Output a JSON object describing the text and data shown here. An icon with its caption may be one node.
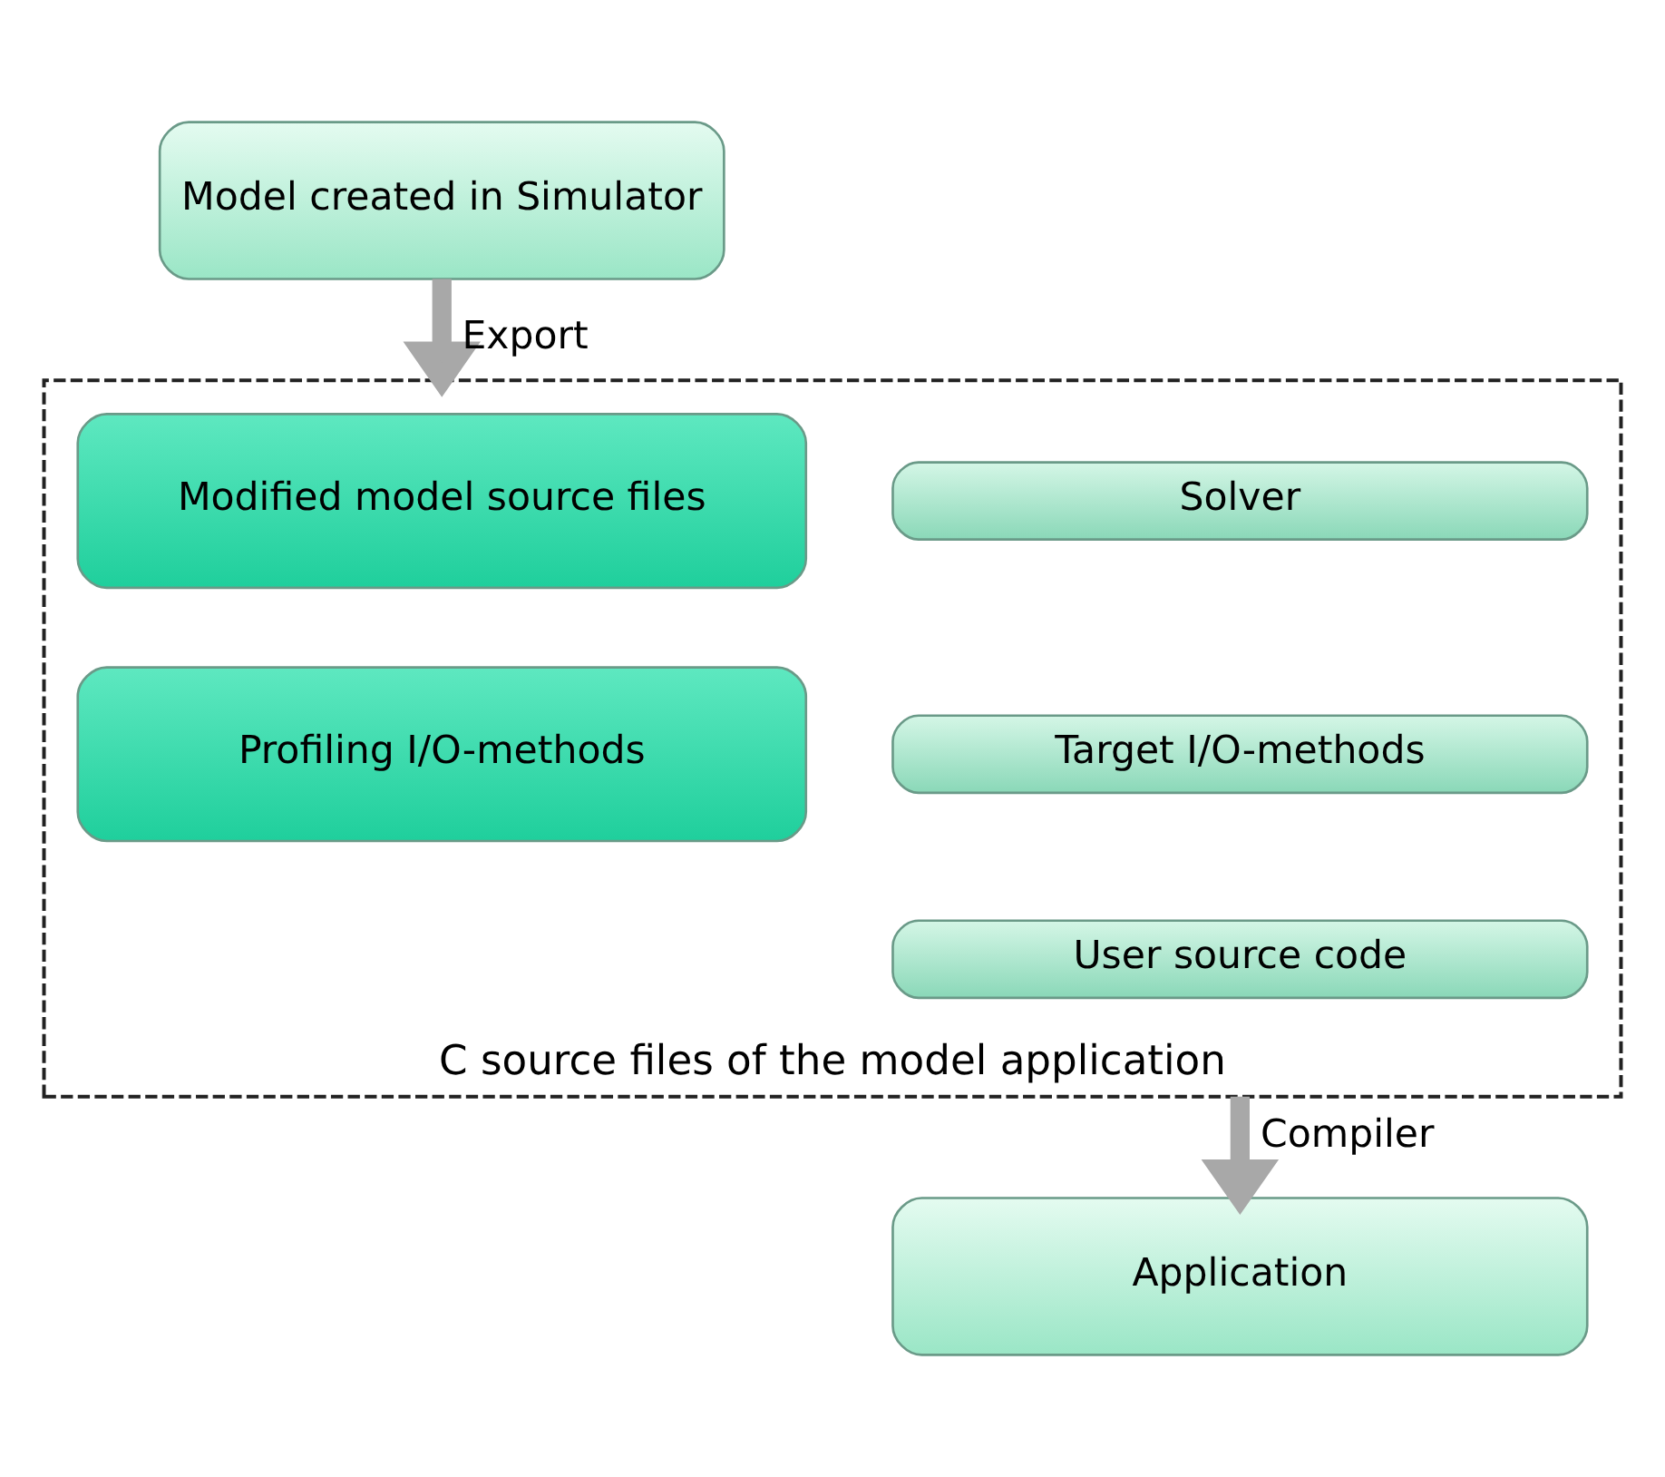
{
  "diagram": {
    "nodes": [
      {
        "text": [
          "Model created in Simulator"
        ]
      },
      {
        "text": [
          "C source files of the model application"
        ]
      },
      {
        "text": [
          "Modified model source files"
        ],
        "in": 1
      },
      {
        "text": [
          "Solver"
        ],
        "in": 1
      },
      {
        "text": [
          "Target I/O-methods"
        ],
        "in": 1
      },
      {
        "text": [
          "Profiling I/O-methods"
        ],
        "in": 1
      },
      {
        "text": [
          "User source code"
        ],
        "in": 1
      },
      {
        "text": [
          "Application"
        ]
      }
    ],
    "edges": [
      {
        "from": 0,
        "to": 1,
        "arrow": "to",
        "label": "Export"
      },
      {
        "from": 1,
        "to": 7,
        "arrow": "to",
        "label": "Compiler"
      }
    ]
  }
}
